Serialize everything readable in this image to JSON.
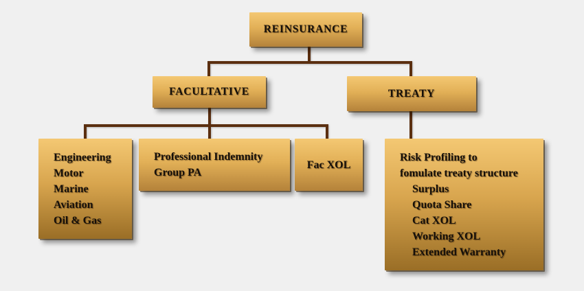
{
  "colors": {
    "background": "#f0f0f0",
    "box_gradient_top": "#f4c873",
    "box_gradient_bottom_short": "#b4823a",
    "box_gradient_bottom_tall": "#9a6e26",
    "connector": "#5b2f10",
    "text": "#16100a"
  },
  "diagram": {
    "root": {
      "label": "REINSURANCE"
    },
    "branches": [
      {
        "label": "FACULTATIVE",
        "children": [
          {
            "lines": [
              "Engineering",
              "Motor",
              "Marine",
              "Aviation",
              "Oil & Gas"
            ]
          },
          {
            "lines": [
              "Professional Indemnity",
              "Group PA"
            ]
          },
          {
            "lines": [
              "Fac XOL"
            ]
          }
        ]
      },
      {
        "label": "TREATY",
        "children": [
          {
            "lines": [
              "Risk Profiling to",
              "fomulate treaty structure",
              "Surplus",
              "Quota Share",
              "Cat XOL",
              "Working XOL",
              "Extended Warranty"
            ]
          }
        ]
      }
    ]
  }
}
